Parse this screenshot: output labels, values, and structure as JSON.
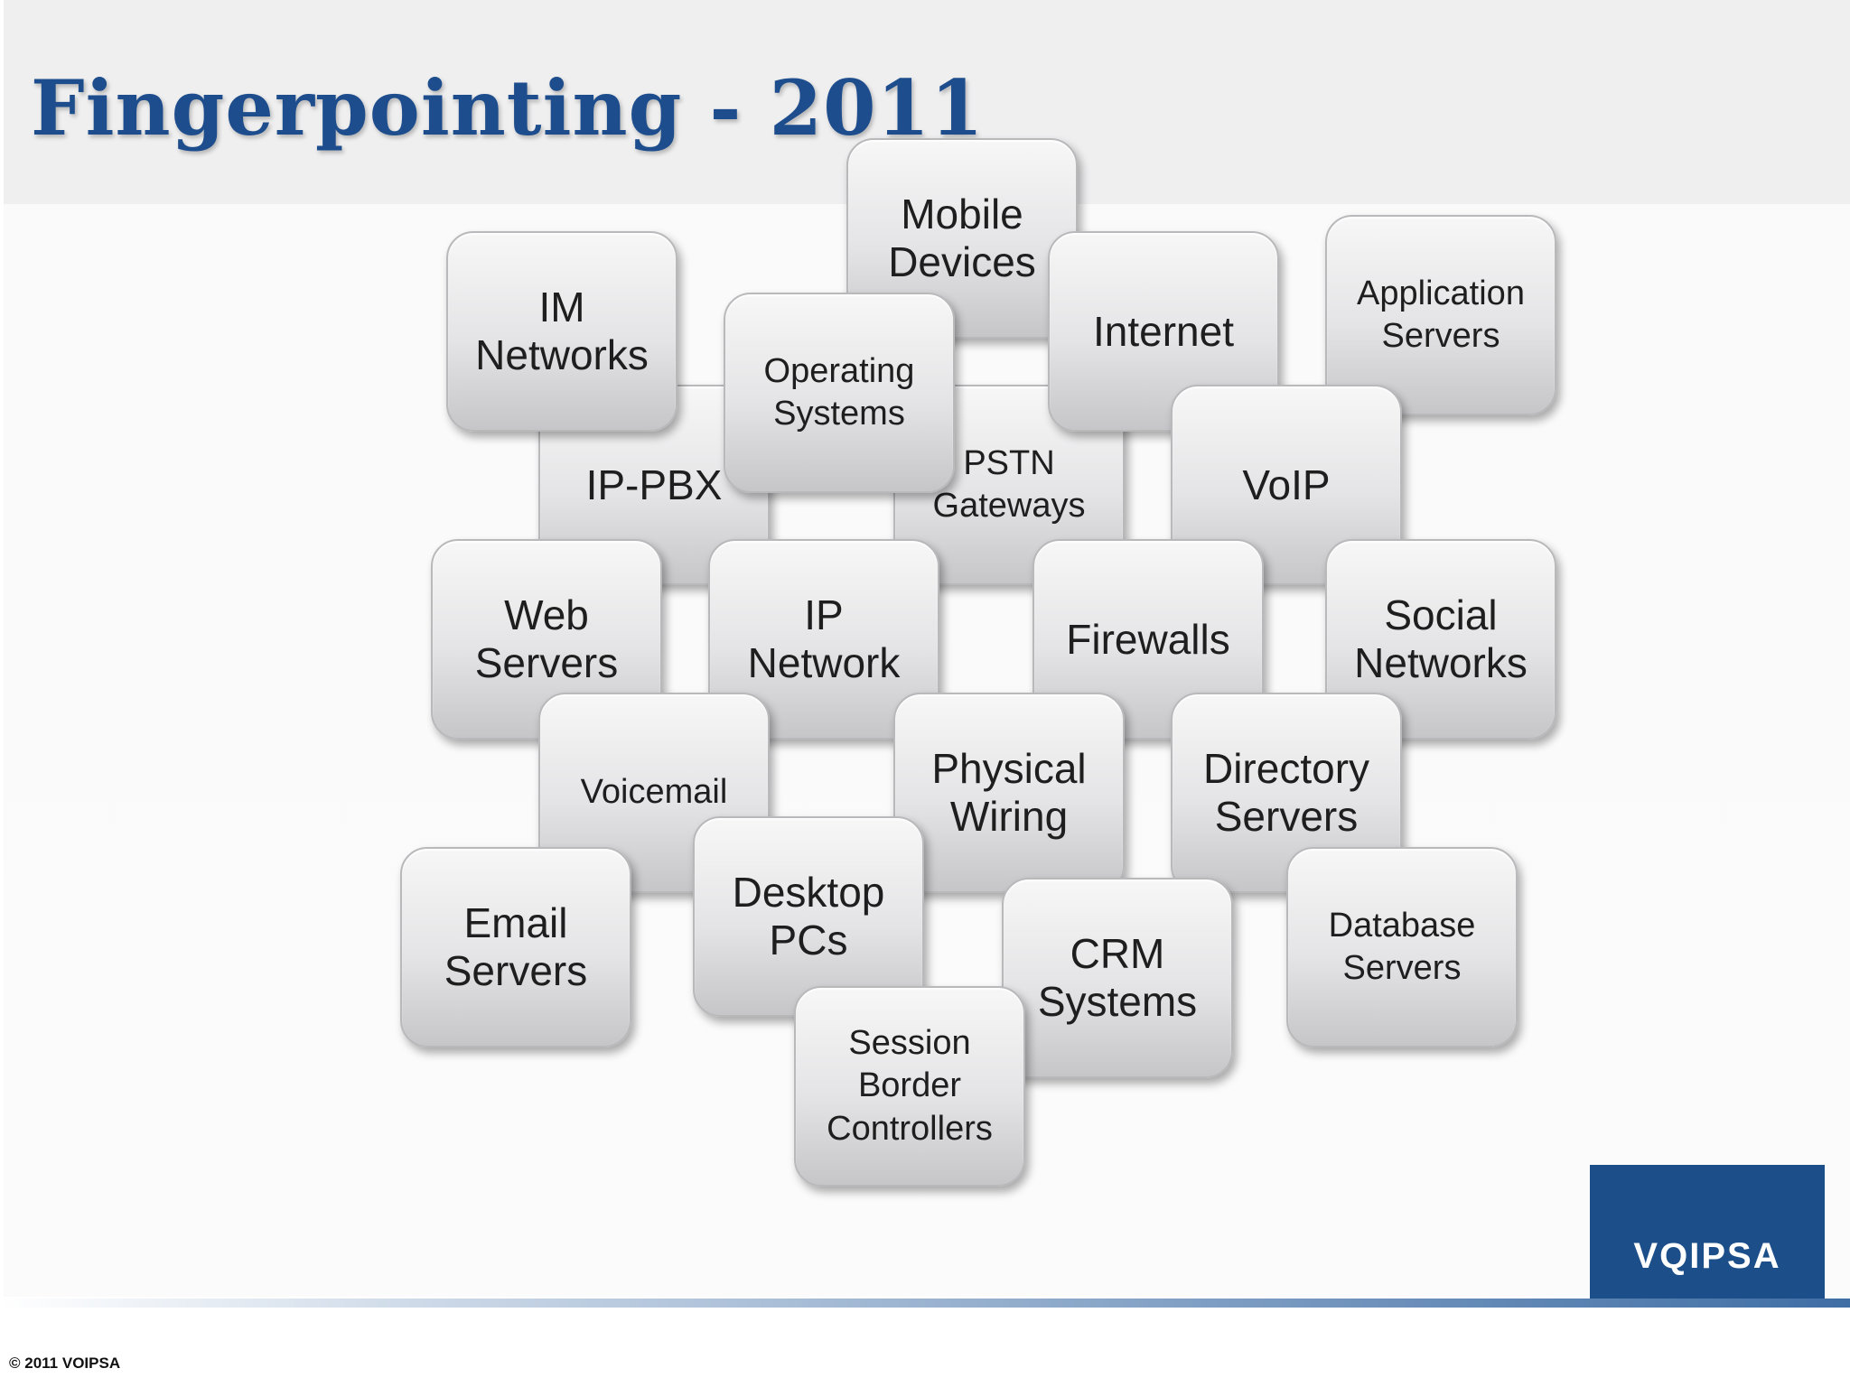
{
  "slide": {
    "title": "Fingerpointing - 2011"
  },
  "tiles": {
    "mobile_devices": "Mobile\nDevices",
    "application_servers": "Application\nServers",
    "im_networks": "IM\nNetworks",
    "internet": "Internet",
    "ip_pbx": "IP-PBX",
    "pstn_gateways": "PSTN\nGateways",
    "voip": "VoIP",
    "operating_systems": "Operating\nSystems",
    "web_servers": "Web\nServers",
    "ip_network": "IP\nNetwork",
    "firewalls": "Firewalls",
    "social_networks": "Social\nNetworks",
    "voicemail": "Voicemail",
    "physical_wiring": "Physical\nWiring",
    "directory_servers": "Directory\nServers",
    "email_servers": "Email\nServers",
    "desktop_pcs": "Desktop\nPCs",
    "crm_systems": "CRM\nSystems",
    "database_servers": "Database\nServers",
    "session_border_controllers": "Session\nBorder\nControllers"
  },
  "logo": {
    "text": "VQIPSA"
  },
  "footer": {
    "copyright": "© 2011 VOIPSA"
  },
  "colors": {
    "title": "#1d4d8c",
    "logo_background": "#1c4f8a",
    "header_band": "#efeff0"
  }
}
